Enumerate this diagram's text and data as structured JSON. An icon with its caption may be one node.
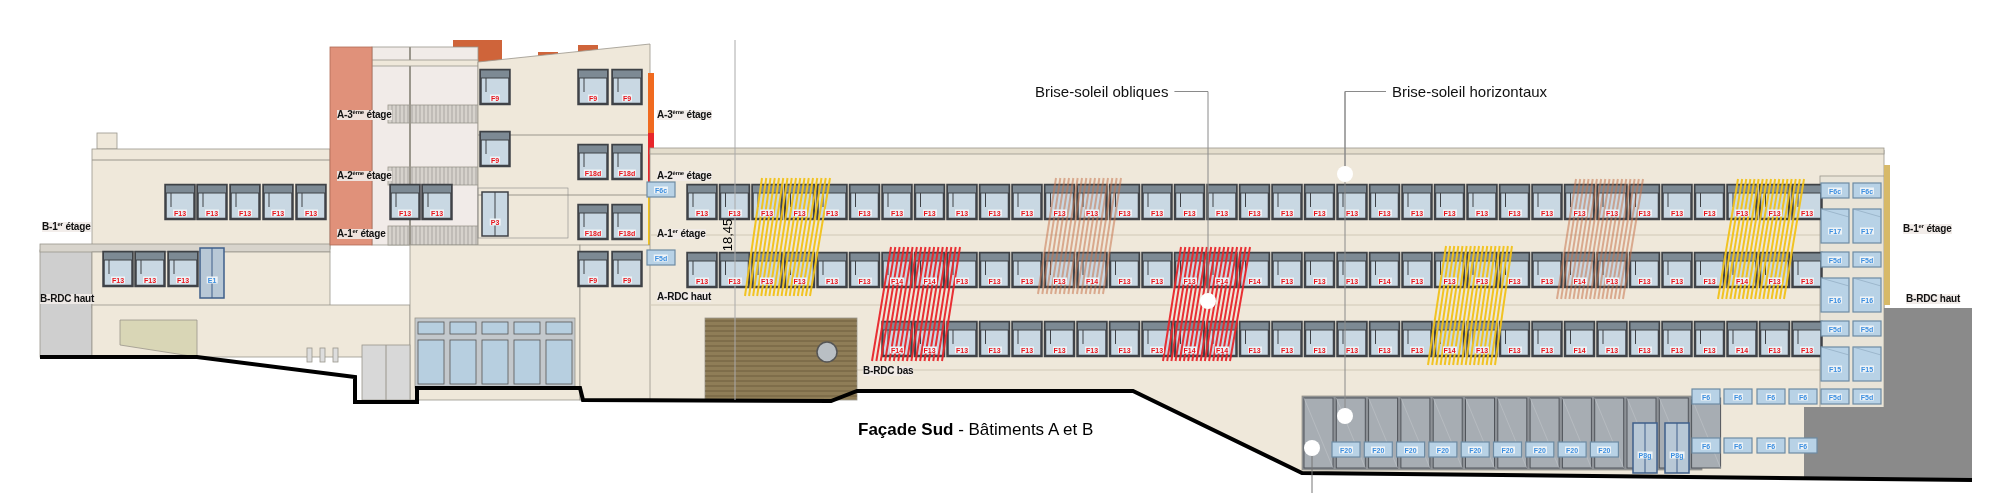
{
  "diagram": {
    "caption": "**Façade Sud** - Bâtiments A et B",
    "nodes": [
      {
        "text": [
          "Brise-soleil obliques"
        ]
      },
      {
        "text": [
          "Brise-soleil horizontaux"
        ]
      },
      {
        "text": [],
        "shape": "circle"
      },
      {
        "text": [],
        "shape": "circle"
      },
      {
        "text": [],
        "shape": "circle"
      }
    ],
    "edges": [
      {
        "from": 0,
        "to": 2,
        "arrow": "none"
      },
      {
        "from": 1,
        "to": 3,
        "arrow": "none"
      },
      {
        "from": 1,
        "to": 4,
        "arrow": "none"
      }
    ],
    "labels": [
      "A-3$^{ème}$ étage",
      "A-3$^{ème}$ étage",
      "A-2$^{ème}$ étage",
      "A-2$^{ème}$ étage",
      "B-1$^{er}$ étage",
      "A-1$^{er}$ étage",
      "A-1$^{er}$ étage",
      "18,45",
      "B-RDC haut",
      "A-RDC haut",
      "B-RDC bas",
      "B-1$^{er}$ étage",
      "B-RDC haut",
      "F9",
      "F9",
      "F9",
      "F9",
      "F18d",
      "F18d",
      "F6c",
      "P3",
      "F18d",
      "F18d",
      "F5d",
      "F9",
      "F9",
      "F13",
      "F13",
      "F13",
      "F13",
      "F13",
      "F13",
      "F13",
      "F13",
      "F13",
      "F13",
      "E1",
      "F13",
      "F13",
      "F13",
      "F13",
      "F13",
      "F13",
      "F13",
      "F13",
      "F13",
      "F13",
      "F13",
      "F13",
      "F13",
      "F13",
      "F13",
      "F13",
      "F13",
      "F13",
      "F13",
      "F13",
      "F13",
      "F13",
      "F13",
      "F13",
      "F13",
      "F13",
      "F13",
      "F13",
      "F13",
      "F13",
      "F13",
      "F13",
      "F13",
      "F13",
      "F13",
      "F13",
      "F13",
      "F13",
      "F13",
      "F13",
      "F13",
      "F14",
      "F14",
      "F13",
      "F13",
      "F13",
      "F13",
      "F14",
      "F13",
      "F13",
      "F13",
      "F14",
      "F14",
      "F13",
      "F13",
      "F13",
      "F14",
      "F13",
      "F13",
      "F13",
      "F13",
      "F13",
      "F14",
      "F13",
      "F13",
      "F13",
      "F13",
      "F14",
      "F13",
      "F13",
      "F14",
      "F13",
      "F13",
      "F13",
      "F13",
      "F13",
      "F13",
      "F13",
      "F13",
      "F14",
      "F14",
      "F13",
      "F13",
      "F13",
      "F13",
      "F13",
      "F13",
      "F14",
      "F13",
      "F13",
      "F13",
      "F14",
      "F13",
      "F13",
      "F13",
      "F13",
      "F14",
      "F13",
      "F13",
      "F6c",
      "F6c",
      "F17",
      "F17",
      "F5d",
      "F5d",
      "F16",
      "F16",
      "F5d",
      "F5d",
      "F15",
      "F15",
      "F6",
      "F6",
      "F6",
      "F6",
      "F5d",
      "F5d",
      "F20",
      "F20",
      "F20",
      "F20",
      "F20",
      "F20",
      "F20",
      "F20",
      "F20",
      "P8g",
      "P8g",
      "F6",
      "F6",
      "F6",
      "F6"
    ]
  }
}
